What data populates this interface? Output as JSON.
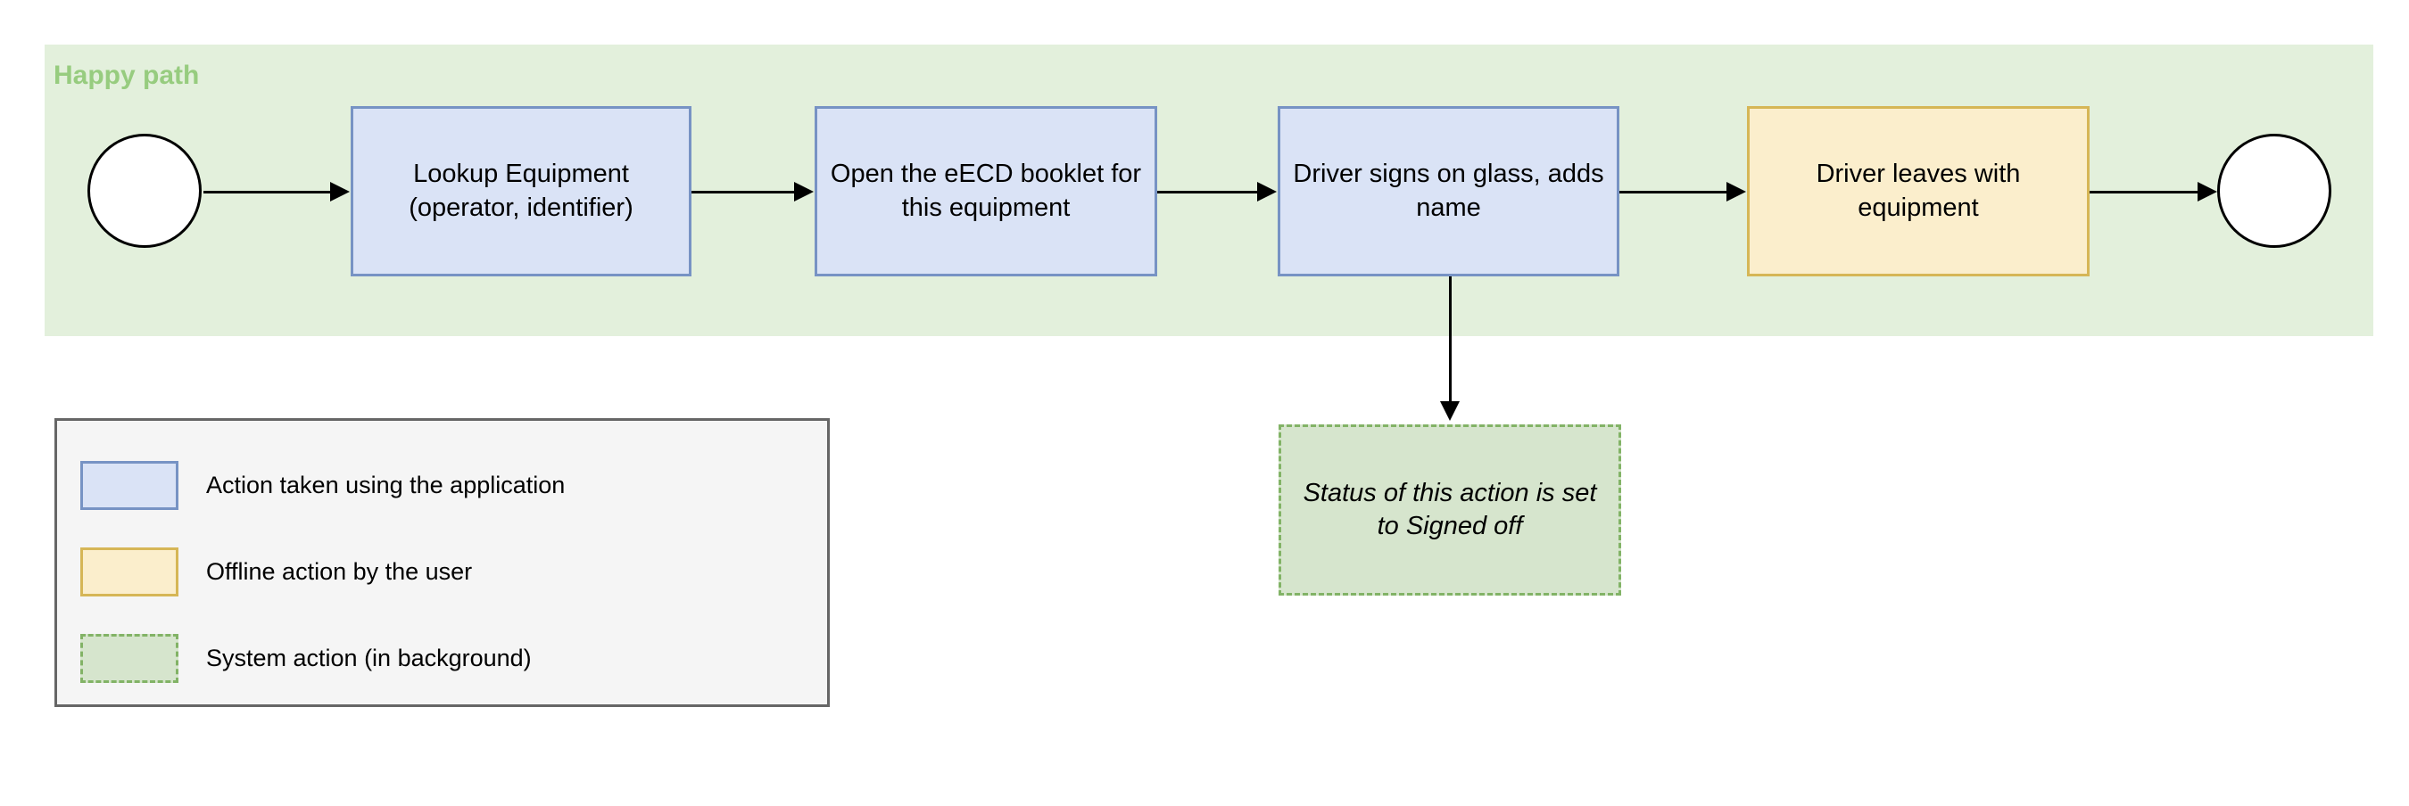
{
  "diagram": {
    "lane": {
      "title": "Happy path",
      "title_color": "#97cc7f",
      "background_color": "#e3f0dc"
    },
    "nodes": [
      {
        "id": "start",
        "type": "terminator",
        "label": ""
      },
      {
        "id": "lookup",
        "type": "app",
        "label": "Lookup Equipment (operator, identifier)"
      },
      {
        "id": "open",
        "type": "app",
        "label": "Open the eECD booklet for this equipment"
      },
      {
        "id": "sign",
        "type": "app",
        "label": "Driver signs on glass, adds name"
      },
      {
        "id": "leaves",
        "type": "offline",
        "label": "Driver leaves with equipment"
      },
      {
        "id": "end",
        "type": "terminator",
        "label": ""
      },
      {
        "id": "status",
        "type": "system",
        "label": "Status of this action is set to Signed off"
      }
    ],
    "edges": [
      {
        "from": "start",
        "to": "lookup",
        "direction": "right"
      },
      {
        "from": "lookup",
        "to": "open",
        "direction": "right"
      },
      {
        "from": "open",
        "to": "sign",
        "direction": "right"
      },
      {
        "from": "sign",
        "to": "leaves",
        "direction": "right"
      },
      {
        "from": "leaves",
        "to": "end",
        "direction": "right"
      },
      {
        "from": "sign",
        "to": "status",
        "direction": "down"
      }
    ],
    "colors": {
      "app_fill": "#dae3f6",
      "app_border": "#7793c4",
      "offline_fill": "#fbeecc",
      "offline_border": "#d6b656",
      "system_fill": "#d6e5cd",
      "system_border": "#82b366",
      "legend_fill": "#f5f5f5",
      "legend_border": "#666666"
    }
  },
  "legend": {
    "items": [
      {
        "swatch": "app",
        "label": "Action taken using the application"
      },
      {
        "swatch": "offline",
        "label": "Offline action by the user"
      },
      {
        "swatch": "system",
        "label": "System action (in background)"
      }
    ]
  }
}
